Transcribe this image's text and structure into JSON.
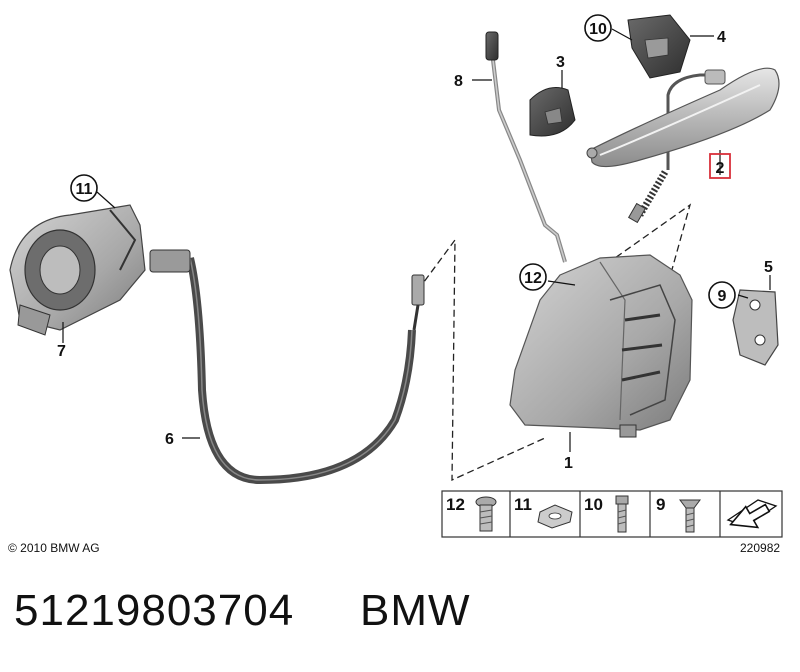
{
  "callouts": {
    "c1": "1",
    "c2": "2",
    "c3": "3",
    "c4": "4",
    "c5": "5",
    "c6": "6",
    "c7": "7",
    "c8": "8",
    "c9": "9",
    "c10": "10",
    "c11": "11",
    "c12": "12"
  },
  "legend": {
    "items": [
      {
        "number": "12",
        "icon": "torx-screw-icon"
      },
      {
        "number": "11",
        "icon": "retaining-clip-icon"
      },
      {
        "number": "10",
        "icon": "hex-socket-screw-icon"
      },
      {
        "number": "9",
        "icon": "countersunk-screw-icon"
      }
    ],
    "direction_icon": "front-direction-arrow-icon"
  },
  "footer": {
    "copyright": "© 2010 BMW AG",
    "drawing_number": "220982",
    "part_number": "51219803704",
    "brand": "BMW"
  },
  "colors": {
    "highlight": "#d9303a",
    "part_gray": "#9a9a9a",
    "cable": "#4a4a4a"
  }
}
